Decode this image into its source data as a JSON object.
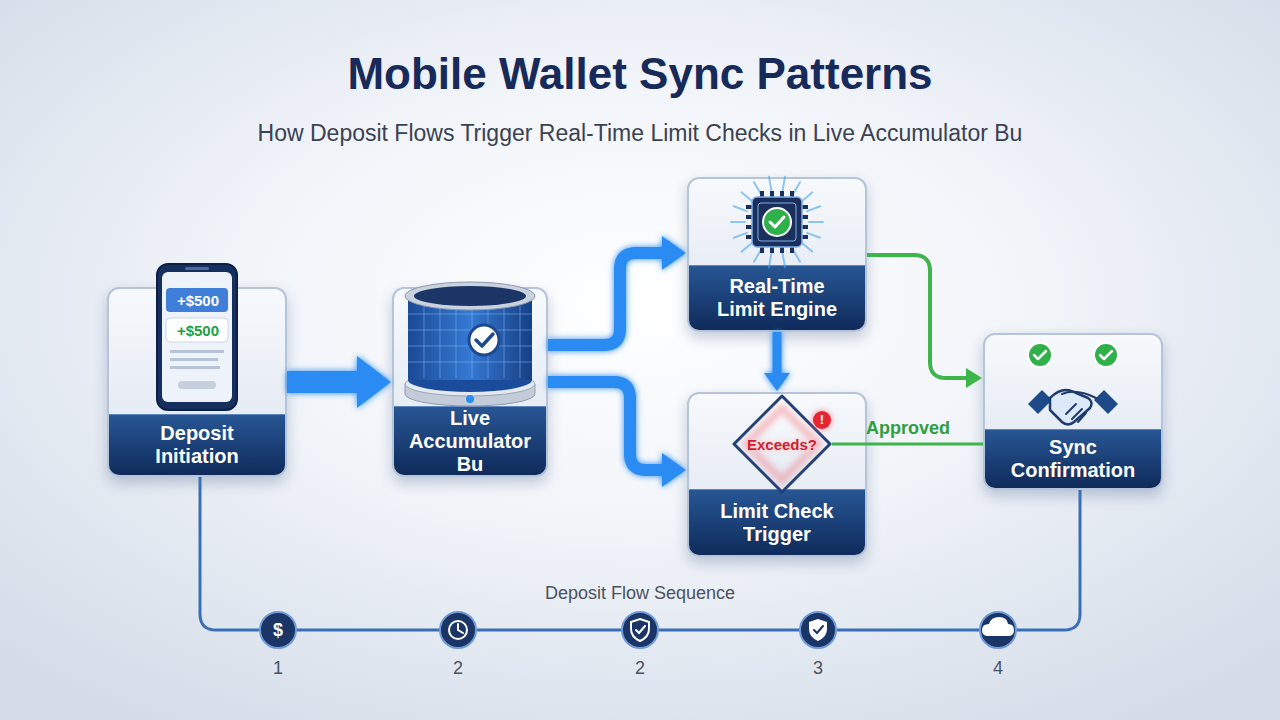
{
  "diagram": {
    "title": "Mobile Wallet Sync Patterns",
    "caption": "How Deposit Flows Trigger Real-Time Limit Checks in Live Accumulator Bu",
    "nodes": [
      {
        "text": [
          "+$500",
          "+$500",
          "Deposit Initiation"
        ]
      },
      {
        "text": [
          "Live Accumulator Bu"
        ]
      },
      {
        "text": [
          "Real-Time Limit Engine"
        ]
      },
      {
        "text": [
          "Limit Check Trigger"
        ]
      },
      {
        "text": [
          "Exceeds?"
        ],
        "in": 3
      },
      {
        "text": [
          "Sync Confirmation"
        ]
      }
    ],
    "edges": [
      {
        "from": 0,
        "to": 1,
        "arrow": "to"
      },
      {
        "from": 1,
        "to": 2,
        "arrow": "to"
      },
      {
        "from": 1,
        "to": 3,
        "arrow": "to"
      },
      {
        "from": 2,
        "to": 3,
        "arrow": "to"
      },
      {
        "from": 2,
        "to": 5,
        "arrow": "to"
      },
      {
        "from": 4,
        "to": 5,
        "label": "Approved",
        "arrow": "none"
      },
      {
        "from": 0,
        "to": 5,
        "label": "Deposit Flow Sequence",
        "arrow": "none"
      }
    ],
    "labels": [
      "!",
      "$",
      "1",
      "2",
      "2",
      "3",
      "4"
    ]
  }
}
